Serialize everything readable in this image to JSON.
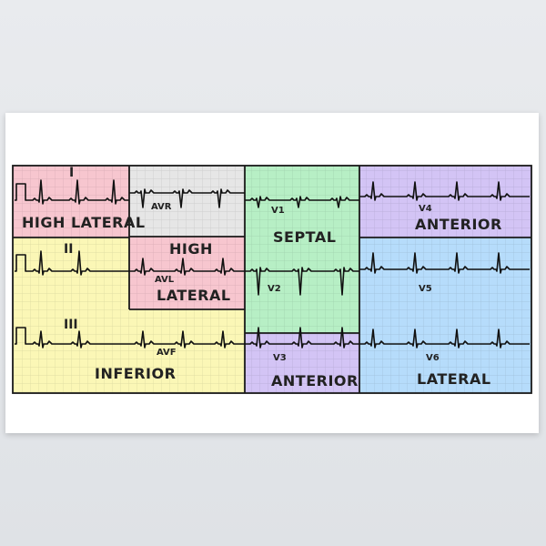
{
  "colors": {
    "pink": "#f7c6cf",
    "gray": "#e6e6e6",
    "green": "#b7efc5",
    "purple": "#d3c4f5",
    "yellow": "#fbf7b6",
    "blue": "#b6dcfb",
    "trace": "#111111",
    "border": "#1a1a1a"
  },
  "regions": [
    {
      "id": "high-lateral-1",
      "color": "pink",
      "label": "HIGH LATERAL"
    },
    {
      "id": "avr",
      "color": "gray",
      "label": ""
    },
    {
      "id": "septal",
      "color": "green",
      "label": "SEPTAL"
    },
    {
      "id": "anterior-v4",
      "color": "purple",
      "label": "ANTERIOR"
    },
    {
      "id": "high-lateral-avl",
      "color": "pink",
      "label_top": "HIGH",
      "label_bottom": "LATERAL"
    },
    {
      "id": "inferior",
      "color": "yellow",
      "label": "INFERIOR"
    },
    {
      "id": "anterior-v3",
      "color": "purple",
      "label": "ANTERIOR"
    },
    {
      "id": "lateral-v5v6",
      "color": "blue",
      "label": "LATERAL"
    }
  ],
  "leads": {
    "I": "I",
    "II": "II",
    "III": "III",
    "aVR": "AVR",
    "aVL": "AVL",
    "aVF": "AVF",
    "V1": "V1",
    "V2": "V2",
    "V3": "V3",
    "V4": "V4",
    "V5": "V5",
    "V6": "V6"
  }
}
